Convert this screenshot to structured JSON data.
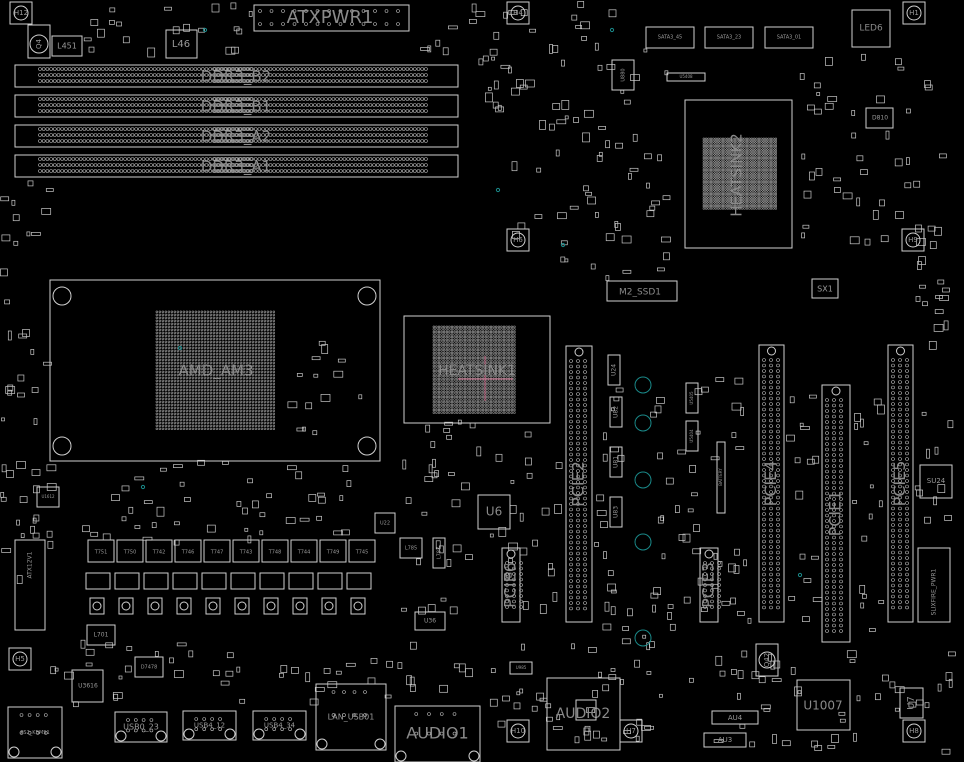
{
  "title": "Boardview",
  "colors": {
    "background": "#000000",
    "outline": "#cfcfcf",
    "label": "#8a8a8a",
    "via": "#1a8a8a",
    "marker": "#d07090"
  },
  "components": {
    "atxpwr1": "ATXPWR1",
    "ddr_b2": "DDR3_B2",
    "ddr_b1": "DDR3_B1",
    "ddr_a2": "DDR3_A2",
    "ddr_a1": "DDR3_A1",
    "l451": "L451",
    "l46": "L46",
    "q4": "Q4",
    "sata45": "SATA3_45",
    "sata23": "SATA3_23",
    "sata01": "SATA3_01",
    "led6": "LED6",
    "u5408": "U5408",
    "u880": "U880",
    "heatsink2": "HEATSINK2",
    "m2_ssd1": "M2_SSD1",
    "sx1": "SX1",
    "d810": "D810",
    "amd_am3": "AMD_AM3",
    "heatsink1": "HEATSINK1",
    "pcie2": "PCIE2",
    "pcie4": "PCIE4",
    "pcie1": "PCIE1",
    "pcie5": "PCIE5",
    "pcie3": "PCIE3",
    "pcie6": "PCIE6",
    "u24": "U24",
    "u82": "U82",
    "u81": "U81",
    "u83": "U83",
    "u5405": "U5405",
    "u5404": "U5404",
    "battery": "BATTERY",
    "u6": "U6",
    "su24": "SU24",
    "slixfire": "SLIXFIRE_PWR1",
    "atx12v1": "ATX12V1",
    "u1612": "U1612",
    "u22": "U22",
    "l785": "L785",
    "l787": "L787",
    "u36": "U36",
    "u3616": "U3616",
    "l701": "L701",
    "d7478": "D7478",
    "ps2": "PS2_KBMS1",
    "usb0_23": "USB0_23",
    "usb4_12": "USB4_12",
    "usb4_34": "USB4_34",
    "lan_usb01": "LAN_USB01",
    "audio1": "AUDIO1",
    "audio2": "AUDIO2",
    "u985": "U985",
    "u1007": "U1007",
    "au4": "AU4",
    "au3": "AU3",
    "u7": "U7",
    "q42": "Q42",
    "h12": "H12",
    "h4": "H4",
    "h1": "H1",
    "h6": "H6",
    "h9": "H9",
    "h5": "H5",
    "h10": "H10",
    "h7": "H7",
    "h8": "H8"
  },
  "phase_chokes": [
    "T751",
    "T750",
    "T742",
    "T746",
    "T747",
    "T743",
    "T748",
    "T744",
    "T749",
    "T745"
  ]
}
